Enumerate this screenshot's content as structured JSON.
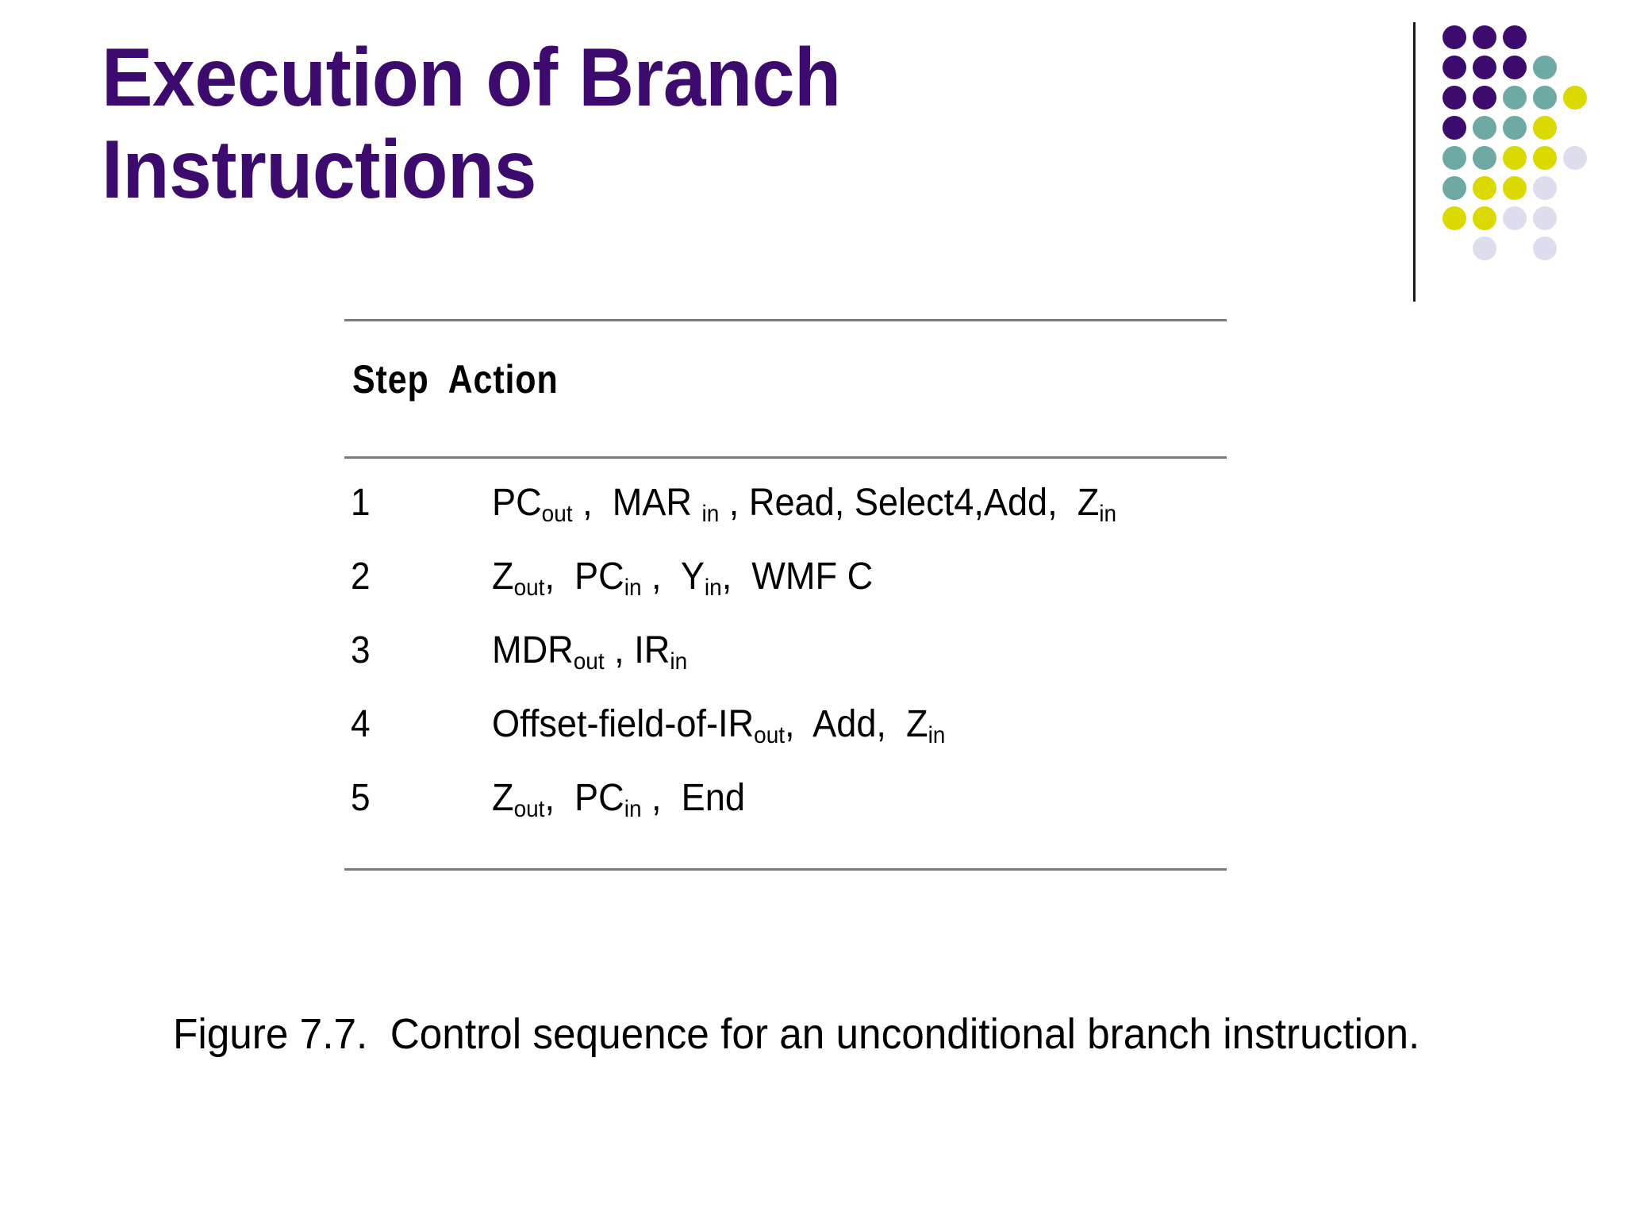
{
  "slide": {
    "title": "Execution of Branch\nInstructions",
    "title_color": "#3D0B6E",
    "background_color": "#ffffff",
    "caption": "Figure 7.7.  Control sequence for an unconditional branch instruction."
  },
  "logo": {
    "name": "dot-matrix-logo",
    "colors": {
      "purple": "#3D0B6E",
      "teal": "#6EA9A3",
      "yellow": "#DBD900",
      "lavender": "#DEDDED"
    },
    "grid": [
      [
        "purple",
        "purple",
        "purple",
        "",
        ""
      ],
      [
        "purple",
        "purple",
        "purple",
        "teal",
        ""
      ],
      [
        "purple",
        "purple",
        "teal",
        "teal",
        "yellow"
      ],
      [
        "purple",
        "teal",
        "teal",
        "yellow",
        ""
      ],
      [
        "teal",
        "teal",
        "yellow",
        "yellow",
        "lavender"
      ],
      [
        "teal",
        "yellow",
        "yellow",
        "lavender",
        ""
      ],
      [
        "yellow",
        "yellow",
        "lavender",
        "lavender",
        ""
      ],
      [
        "",
        "lavender",
        "",
        "lavender",
        ""
      ]
    ]
  },
  "table": {
    "headers": {
      "step": "Step",
      "action": "Action",
      "combined": "Step  Action"
    },
    "rule_color": "#7a7a80",
    "rows": [
      {
        "step": "1",
        "action_plain": "PCout ,  MAR in , Read, Select4,Add,  Zin",
        "action_parts": [
          {
            "t": "PC"
          },
          {
            "t": "out",
            "sub": true
          },
          {
            "t": " ,  MAR "
          },
          {
            "t": "in",
            "sub": true
          },
          {
            "t": " , Read, Select4,Add,  Z"
          },
          {
            "t": "in",
            "sub": true
          }
        ]
      },
      {
        "step": "2",
        "action_plain": "Zout,  PCin ,  Yin,  WMF C",
        "action_parts": [
          {
            "t": "Z"
          },
          {
            "t": "out",
            "sub": true
          },
          {
            "t": ",  PC"
          },
          {
            "t": "in",
            "sub": true
          },
          {
            "t": " ,  Y"
          },
          {
            "t": "in",
            "sub": true
          },
          {
            "t": ",  WMF C"
          }
        ]
      },
      {
        "step": "3",
        "action_plain": "MDRout , IRin",
        "action_parts": [
          {
            "t": "MDR"
          },
          {
            "t": "out",
            "sub": true
          },
          {
            "t": " , IR"
          },
          {
            "t": "in",
            "sub": true
          }
        ]
      },
      {
        "step": "4",
        "action_plain": "Offset-field-of-IRout,  Add,  Zin",
        "action_parts": [
          {
            "t": "Offset-field-of-IR"
          },
          {
            "t": "out",
            "sub": true
          },
          {
            "t": ",  Add,  Z"
          },
          {
            "t": "in",
            "sub": true
          }
        ]
      },
      {
        "step": "5",
        "action_plain": "Zout,  PCin ,  End",
        "action_parts": [
          {
            "t": "Z"
          },
          {
            "t": "out",
            "sub": true
          },
          {
            "t": ",  PC"
          },
          {
            "t": "in",
            "sub": true
          },
          {
            "t": " ,  End"
          }
        ]
      }
    ]
  }
}
